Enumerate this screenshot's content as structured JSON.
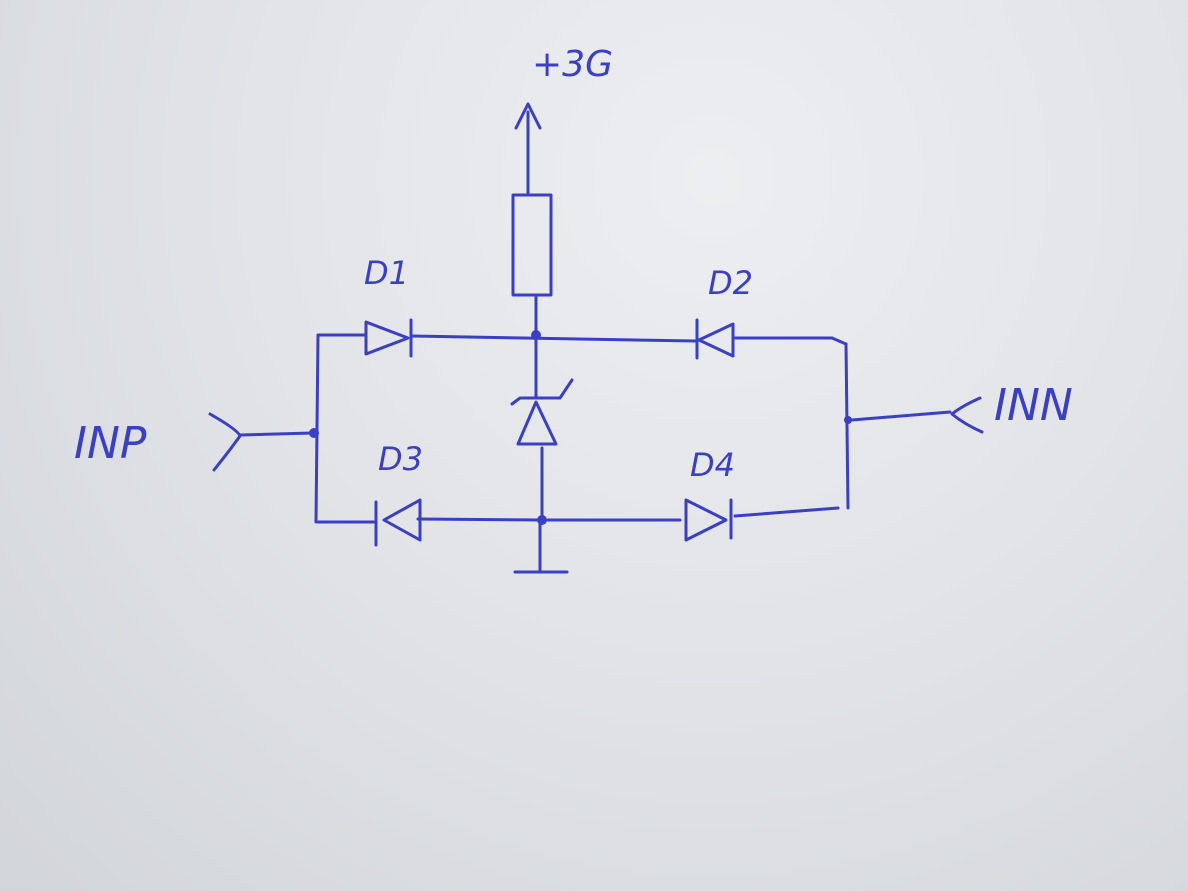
{
  "labels": {
    "supply": "+3G",
    "d1": "D1",
    "d2": "D2",
    "d3": "D3",
    "d4": "D4",
    "inp": "INP",
    "inn": "INN"
  },
  "colors": {
    "ink": "#3a3fc4",
    "paper": "#e4e6ea"
  }
}
